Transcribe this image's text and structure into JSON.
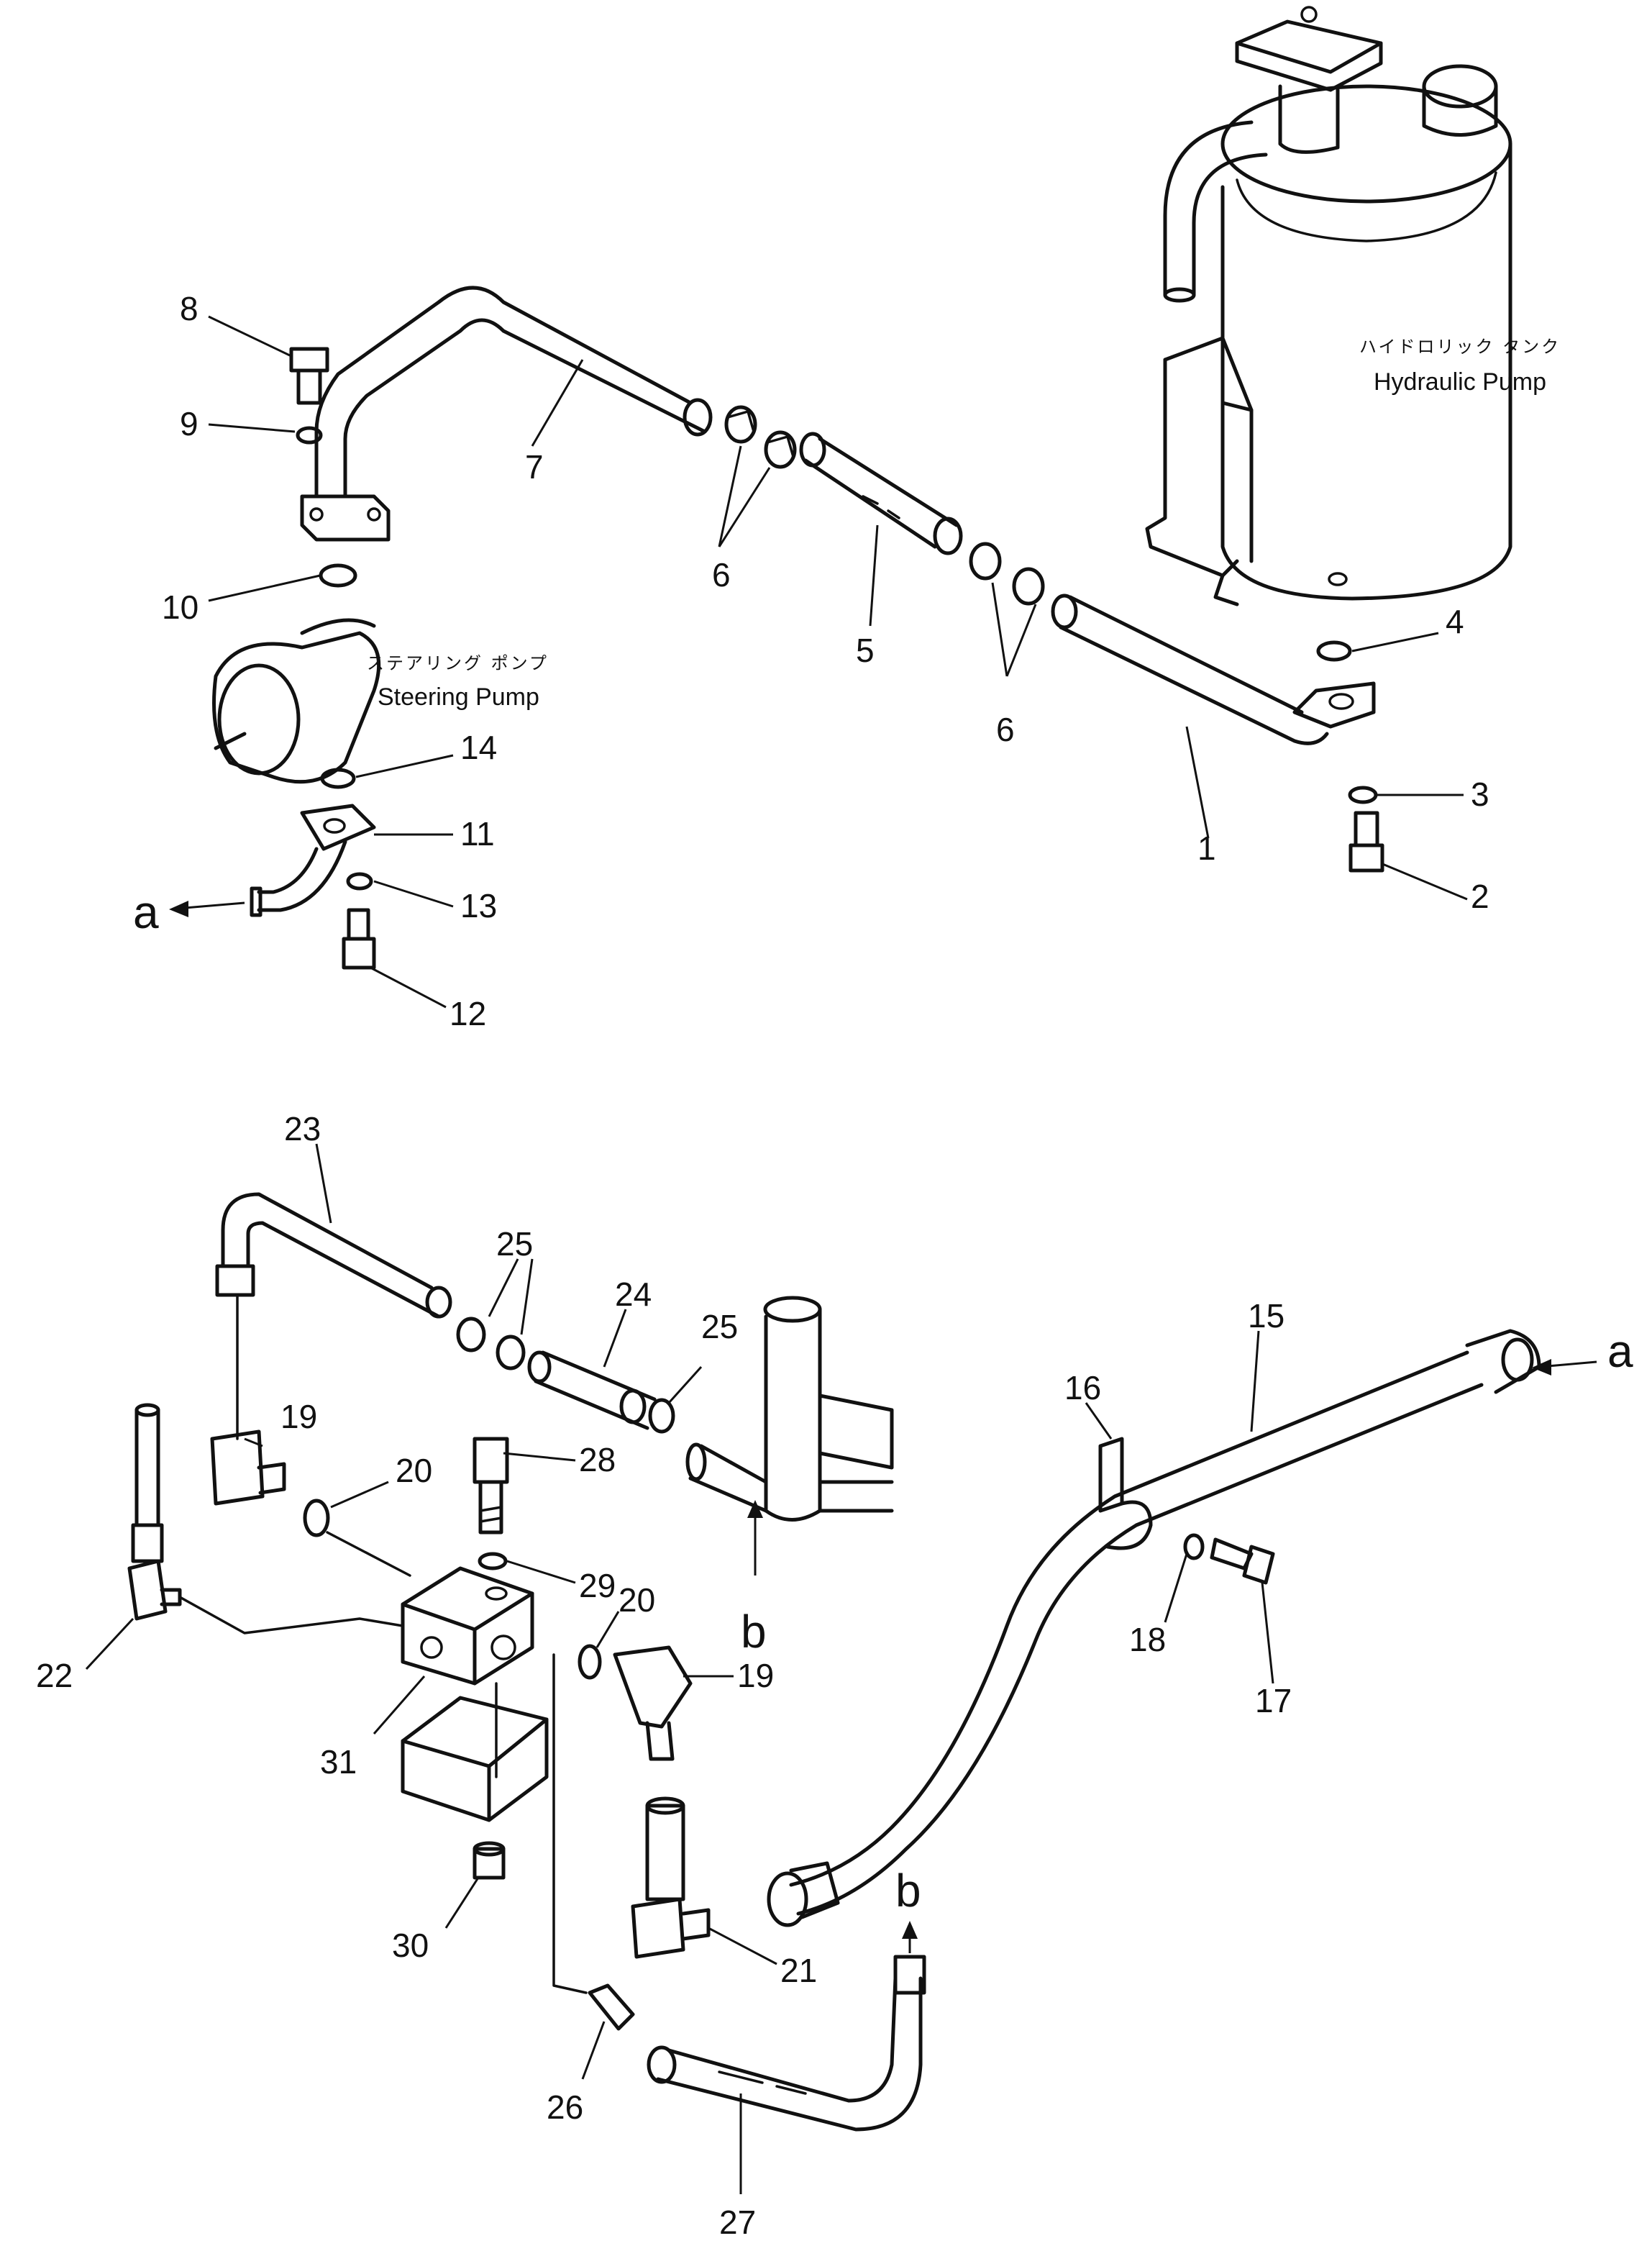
{
  "labels": {
    "hydraulic_tank_jp": "ハイドロリック タンク",
    "hydraulic_tank_en": "Hydraulic Pump",
    "steering_pump_jp": "ステアリング ポンプ",
    "steering_pump_en": "Steering Pump"
  },
  "connection_letters": {
    "a": "a",
    "b": "b"
  },
  "part_numbers": {
    "p1": "1",
    "p2": "2",
    "p3": "3",
    "p4": "4",
    "p5": "5",
    "p6a": "6",
    "p6b": "6",
    "p7": "7",
    "p8": "8",
    "p9": "9",
    "p10": "10",
    "p11": "11",
    "p12": "12",
    "p13": "13",
    "p14": "14",
    "p15": "15",
    "p16": "16",
    "p17": "17",
    "p18": "18",
    "p19a": "19",
    "p19b": "19",
    "p20a": "20",
    "p20b": "20",
    "p21": "21",
    "p22": "22",
    "p23": "23",
    "p24": "24",
    "p25a": "25",
    "p25b": "25",
    "p26": "26",
    "p27": "27",
    "p28": "28",
    "p29": "29",
    "p30": "30",
    "p31": "31"
  }
}
